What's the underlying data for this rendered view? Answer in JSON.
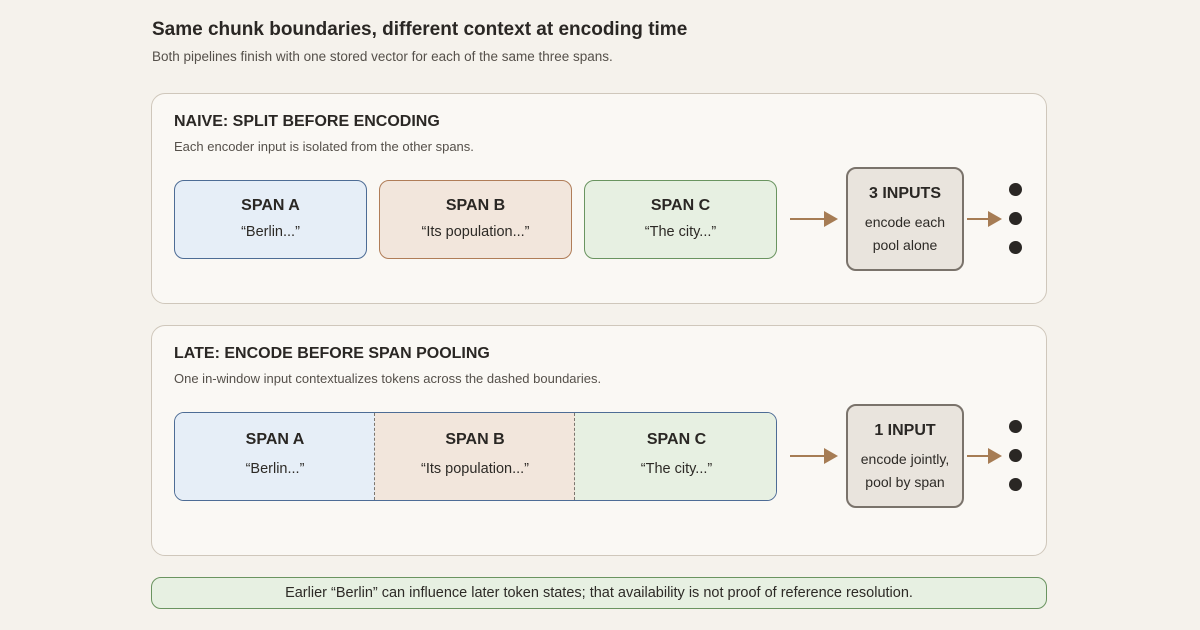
{
  "header": {
    "title": "Same chunk boundaries, different context at encoding time",
    "subtitle": "Both pipelines finish with one stored vector for each of the same three spans."
  },
  "naive": {
    "heading": "NAIVE: SPLIT BEFORE ENCODING",
    "note": "Each encoder input is isolated from the other spans.",
    "spans": [
      {
        "label": "SPAN A",
        "text": "“Berlin...”"
      },
      {
        "label": "SPAN B",
        "text": "“Its population...”"
      },
      {
        "label": "SPAN C",
        "text": "“The city...”"
      }
    ],
    "encoder": {
      "title": "3 INPUTS",
      "line1": "encode each",
      "line2": "pool alone"
    },
    "vector_count": 3
  },
  "late": {
    "heading": "LATE: ENCODE BEFORE SPAN POOLING",
    "note": "One in-window input contextualizes tokens across the dashed boundaries.",
    "spans": [
      {
        "label": "SPAN A",
        "text": "“Berlin...”"
      },
      {
        "label": "SPAN B",
        "text": "“Its population...”"
      },
      {
        "label": "SPAN C",
        "text": "“The city...”"
      }
    ],
    "encoder": {
      "title": "1 INPUT",
      "line1": "encode jointly,",
      "line2": "pool by span"
    },
    "vector_count": 3
  },
  "footer": {
    "text": "Earlier “Berlin” can influence later token states; that availability is not proof of reference resolution."
  },
  "colors": {
    "span_a_fill": "#e6eef7",
    "span_a_border": "#4d6c95",
    "span_b_fill": "#f2e6dc",
    "span_b_border": "#b07d58",
    "span_c_fill": "#e7f0e2",
    "span_c_border": "#6a9460",
    "arrow": "#a67c54",
    "encoder_fill": "#e9e4dd"
  }
}
